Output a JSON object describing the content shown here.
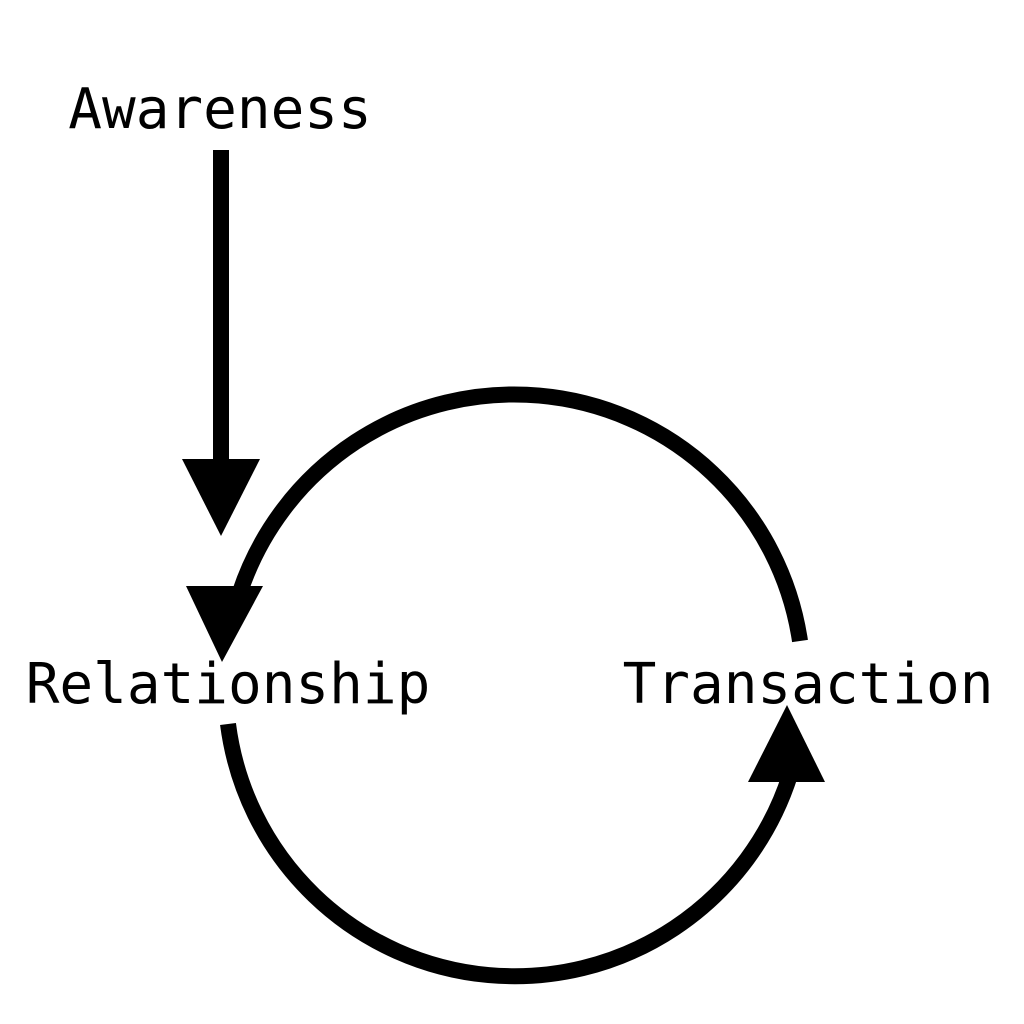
{
  "diagram": {
    "nodes": {
      "awareness": "Awareness",
      "relationship": "Relationship",
      "transaction": "Transaction"
    },
    "edges": [
      {
        "from": "awareness",
        "to": "relationship"
      },
      {
        "from": "transaction",
        "to": "relationship"
      },
      {
        "from": "relationship",
        "to": "transaction"
      }
    ],
    "colors": {
      "stroke": "#000000",
      "background": "#ffffff"
    }
  }
}
